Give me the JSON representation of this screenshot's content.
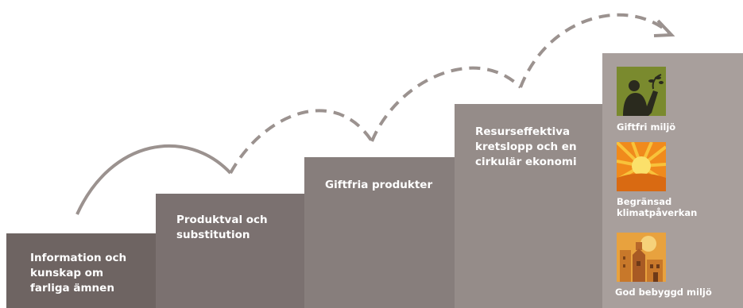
{
  "steps": [
    {
      "label": "Information och\nkunskap om\nfarliga ämnen",
      "color": "#6e6462"
    },
    {
      "label": "Produktval och\nsubstitution",
      "color": "#7b7170"
    },
    {
      "label": "Giftfria produkter",
      "color": "#877e7c"
    },
    {
      "label": "Resurseffektiva\nkretslopp och en\ncirkulär ekonomi",
      "color": "#958c89"
    }
  ],
  "goals_panel": {
    "color": "#a89f9c",
    "goals": [
      {
        "label": "Giftfri miljö",
        "icon": "person-plant-icon"
      },
      {
        "label": "Begränsad\nklimatpåverkan",
        "icon": "sun-rays-icon"
      },
      {
        "label": "God bebyggd miljö",
        "icon": "city-building-icon"
      }
    ]
  },
  "arrow_color": "#9b928f"
}
